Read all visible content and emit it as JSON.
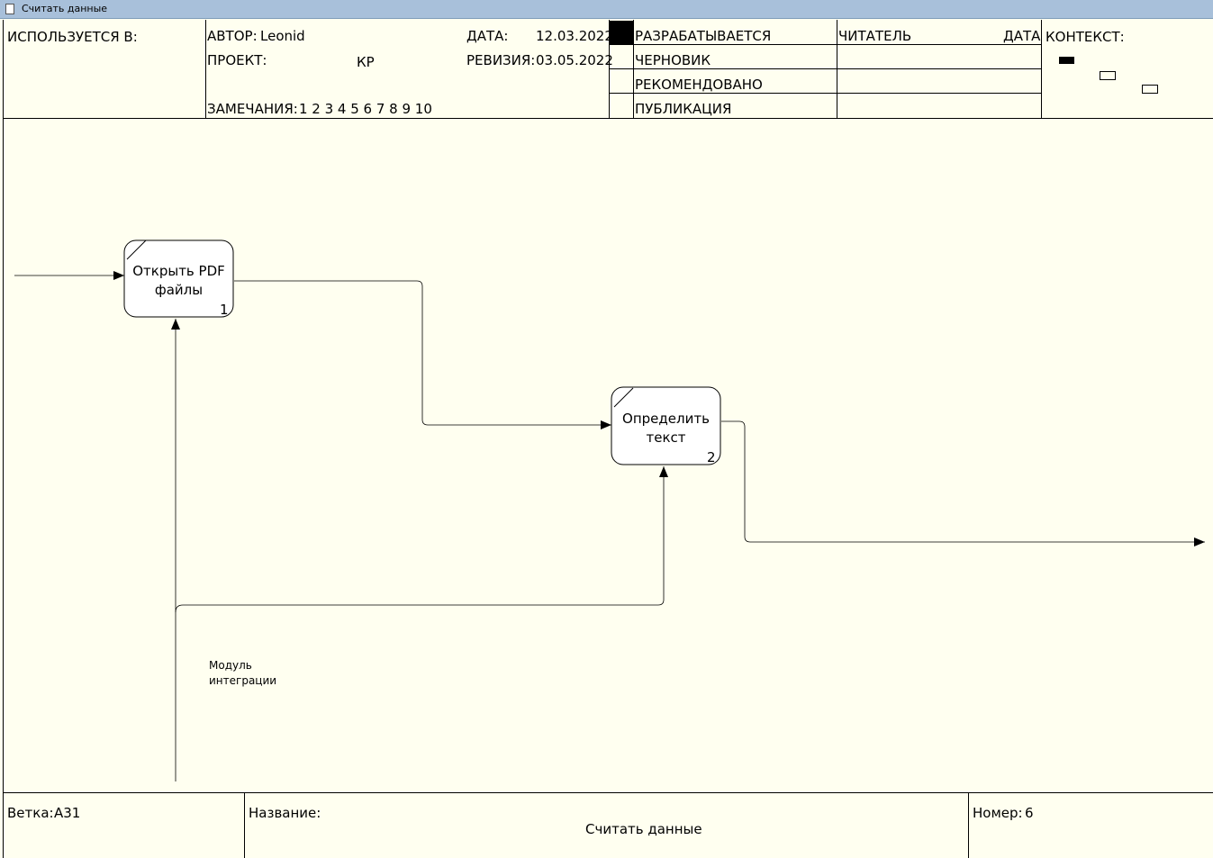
{
  "window": {
    "title": "Считать данные"
  },
  "header": {
    "used_in": "ИСПОЛЬЗУЕТСЯ В:",
    "author_label": "АВТОР:",
    "author": "Leonid",
    "project_label": "ПРОЕКТ:",
    "project": "КР",
    "notes_label": "ЗАМЕЧАНИЯ:",
    "notes_numbers": "1 2 3 4 5 6 7 8 9 10",
    "date_label": "ДАТА:",
    "date": "12.03.2022",
    "revision_label": "РЕВИЗИЯ:",
    "revision": "03.05.2022",
    "statuses": [
      "РАЗРАБАТЫВАЕТСЯ",
      "ЧЕРНОВИК",
      "РЕКОМЕНДОВАНО",
      "ПУБЛИКАЦИЯ"
    ],
    "reader_label": "ЧИТАТЕЛЬ",
    "reader_date_label": "ДАТА",
    "context_label": "КОНТЕКСТ:"
  },
  "diagram": {
    "nodes": [
      {
        "line1": "Открыть PDF",
        "line2": "файлы",
        "number": "1"
      },
      {
        "line1": "Определить",
        "line2": "текст",
        "number": "2"
      }
    ],
    "mechanism_label_line1": "Модуль",
    "mechanism_label_line2": "интеграции"
  },
  "footer": {
    "branch_label": "Ветка:",
    "branch": "A31",
    "name_label": "Название:",
    "name": "Считать данные",
    "number_label": "Номер:",
    "number": "6"
  },
  "colors": {
    "background": "#fffff0",
    "titlebar": "#a8c0da",
    "line": "#000000"
  }
}
